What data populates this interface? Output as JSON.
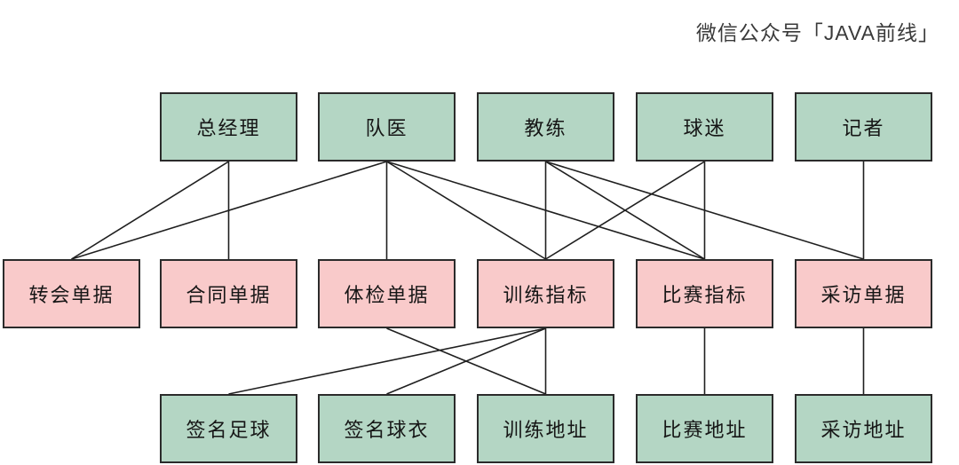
{
  "watermark": "微信公众号「JAVA前线」",
  "colors": {
    "role_fill": "#b4d6c4",
    "doc_fill": "#f9caca",
    "item_fill": "#b4d6c4",
    "border": "#2b2b2b",
    "line": "#1f1f1f",
    "background": "#ffffff",
    "watermark_text": "#3a3a3a"
  },
  "diagram": {
    "nodes": [
      {
        "id": "general-manager",
        "label": "总经理",
        "kind": "role",
        "color": "green",
        "row": "top",
        "col": "c1"
      },
      {
        "id": "team-doctor",
        "label": "队医",
        "kind": "role",
        "color": "green",
        "row": "top",
        "col": "c2"
      },
      {
        "id": "coach",
        "label": "教练",
        "kind": "role",
        "color": "green",
        "row": "top",
        "col": "c3"
      },
      {
        "id": "fans",
        "label": "球迷",
        "kind": "role",
        "color": "green",
        "row": "top",
        "col": "c4"
      },
      {
        "id": "reporter",
        "label": "记者",
        "kind": "role",
        "color": "green",
        "row": "top",
        "col": "c5"
      },
      {
        "id": "transfer-doc",
        "label": "转会单据",
        "kind": "doc",
        "color": "pink",
        "row": "middle",
        "col": "c0"
      },
      {
        "id": "contract-doc",
        "label": "合同单据",
        "kind": "doc",
        "color": "pink",
        "row": "middle",
        "col": "c1"
      },
      {
        "id": "physical-doc",
        "label": "体检单据",
        "kind": "doc",
        "color": "pink",
        "row": "middle",
        "col": "c2"
      },
      {
        "id": "training-metric",
        "label": "训练指标",
        "kind": "doc",
        "color": "pink",
        "row": "middle",
        "col": "c3"
      },
      {
        "id": "match-metric",
        "label": "比赛指标",
        "kind": "doc",
        "color": "pink",
        "row": "middle",
        "col": "c4"
      },
      {
        "id": "interview-doc",
        "label": "采访单据",
        "kind": "doc",
        "color": "pink",
        "row": "middle",
        "col": "c5"
      },
      {
        "id": "signed-football",
        "label": "签名足球",
        "kind": "item",
        "color": "green",
        "row": "bottom",
        "col": "c1"
      },
      {
        "id": "signed-jersey",
        "label": "签名球衣",
        "kind": "item",
        "color": "green",
        "row": "bottom",
        "col": "c2"
      },
      {
        "id": "training-address",
        "label": "训练地址",
        "kind": "item",
        "color": "green",
        "row": "bottom",
        "col": "c3"
      },
      {
        "id": "match-address",
        "label": "比赛地址",
        "kind": "item",
        "color": "green",
        "row": "bottom",
        "col": "c4"
      },
      {
        "id": "interview-address",
        "label": "采访地址",
        "kind": "item",
        "color": "green",
        "row": "bottom",
        "col": "c5"
      }
    ],
    "edges": [
      {
        "from": "general-manager",
        "to": "transfer-doc"
      },
      {
        "from": "general-manager",
        "to": "contract-doc"
      },
      {
        "from": "team-doctor",
        "to": "transfer-doc"
      },
      {
        "from": "team-doctor",
        "to": "physical-doc"
      },
      {
        "from": "team-doctor",
        "to": "training-metric"
      },
      {
        "from": "team-doctor",
        "to": "match-metric"
      },
      {
        "from": "coach",
        "to": "training-metric"
      },
      {
        "from": "coach",
        "to": "match-metric"
      },
      {
        "from": "coach",
        "to": "interview-doc"
      },
      {
        "from": "fans",
        "to": "training-metric"
      },
      {
        "from": "fans",
        "to": "match-metric"
      },
      {
        "from": "reporter",
        "to": "interview-doc"
      },
      {
        "from": "physical-doc",
        "to": "training-address"
      },
      {
        "from": "training-metric",
        "to": "signed-football"
      },
      {
        "from": "training-metric",
        "to": "signed-jersey"
      },
      {
        "from": "training-metric",
        "to": "training-address"
      },
      {
        "from": "match-metric",
        "to": "match-address"
      },
      {
        "from": "interview-doc",
        "to": "interview-address"
      }
    ]
  }
}
